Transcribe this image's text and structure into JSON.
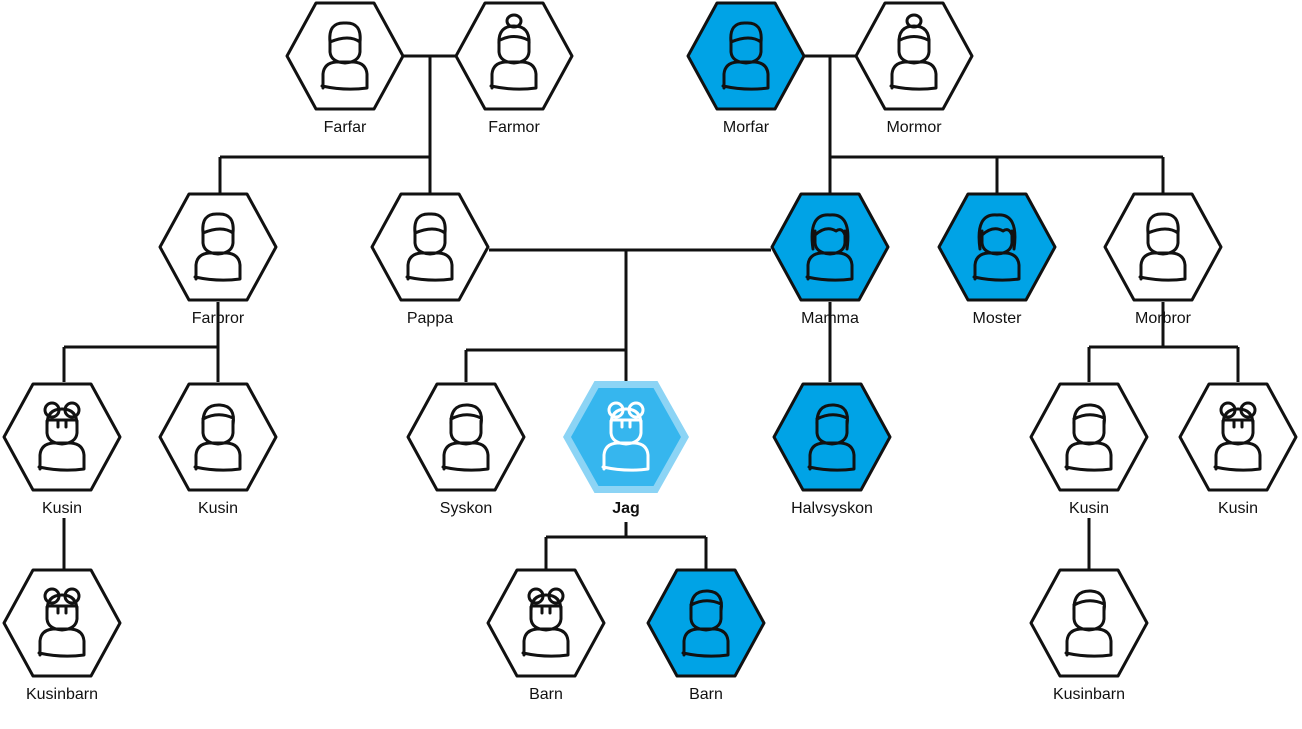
{
  "colors": {
    "line": "#111111",
    "highlight": "#00a3e6",
    "self_fill": "#36b6ee",
    "self_border": "#8cd4f5",
    "plain": "#ffffff"
  },
  "people": [
    {
      "id": "farfar",
      "label": "Farfar",
      "icon": "man-icon",
      "fill": "plain"
    },
    {
      "id": "farmor",
      "label": "Farmor",
      "icon": "woman-bun-icon",
      "fill": "plain"
    },
    {
      "id": "morfar",
      "label": "Morfar",
      "icon": "man-icon",
      "fill": "highlight"
    },
    {
      "id": "mormor",
      "label": "Mormor",
      "icon": "woman-bun-icon",
      "fill": "plain"
    },
    {
      "id": "farbror",
      "label": "Farbror",
      "icon": "man-icon",
      "fill": "plain"
    },
    {
      "id": "pappa",
      "label": "Pappa",
      "icon": "man-icon",
      "fill": "plain"
    },
    {
      "id": "mamma",
      "label": "Mamma",
      "icon": "woman-icon",
      "fill": "highlight"
    },
    {
      "id": "moster",
      "label": "Moster",
      "icon": "woman-icon",
      "fill": "highlight"
    },
    {
      "id": "morbror",
      "label": "Morbror",
      "icon": "man-icon",
      "fill": "plain"
    },
    {
      "id": "kusin-1",
      "label": "Kusin",
      "icon": "girl-icon",
      "fill": "plain"
    },
    {
      "id": "kusin-2",
      "label": "Kusin",
      "icon": "boy-icon",
      "fill": "plain"
    },
    {
      "id": "syskon",
      "label": "Syskon",
      "icon": "boy-icon",
      "fill": "plain"
    },
    {
      "id": "jag",
      "label": "Jag",
      "icon": "girl-icon",
      "fill": "self",
      "bold": true
    },
    {
      "id": "halvsyskon",
      "label": "Halvsyskon",
      "icon": "boy-icon",
      "fill": "highlight"
    },
    {
      "id": "kusin-3",
      "label": "Kusin",
      "icon": "boy-icon",
      "fill": "plain"
    },
    {
      "id": "kusin-4",
      "label": "Kusin",
      "icon": "girl-icon",
      "fill": "plain"
    },
    {
      "id": "kusinbarn-1",
      "label": "Kusinbarn",
      "icon": "girl-icon",
      "fill": "plain"
    },
    {
      "id": "barn-1",
      "label": "Barn",
      "icon": "girl-icon",
      "fill": "plain"
    },
    {
      "id": "barn-2",
      "label": "Barn",
      "icon": "boy-icon",
      "fill": "highlight"
    },
    {
      "id": "kusinbarn-2",
      "label": "Kusinbarn",
      "icon": "boy-icon",
      "fill": "plain"
    }
  ]
}
